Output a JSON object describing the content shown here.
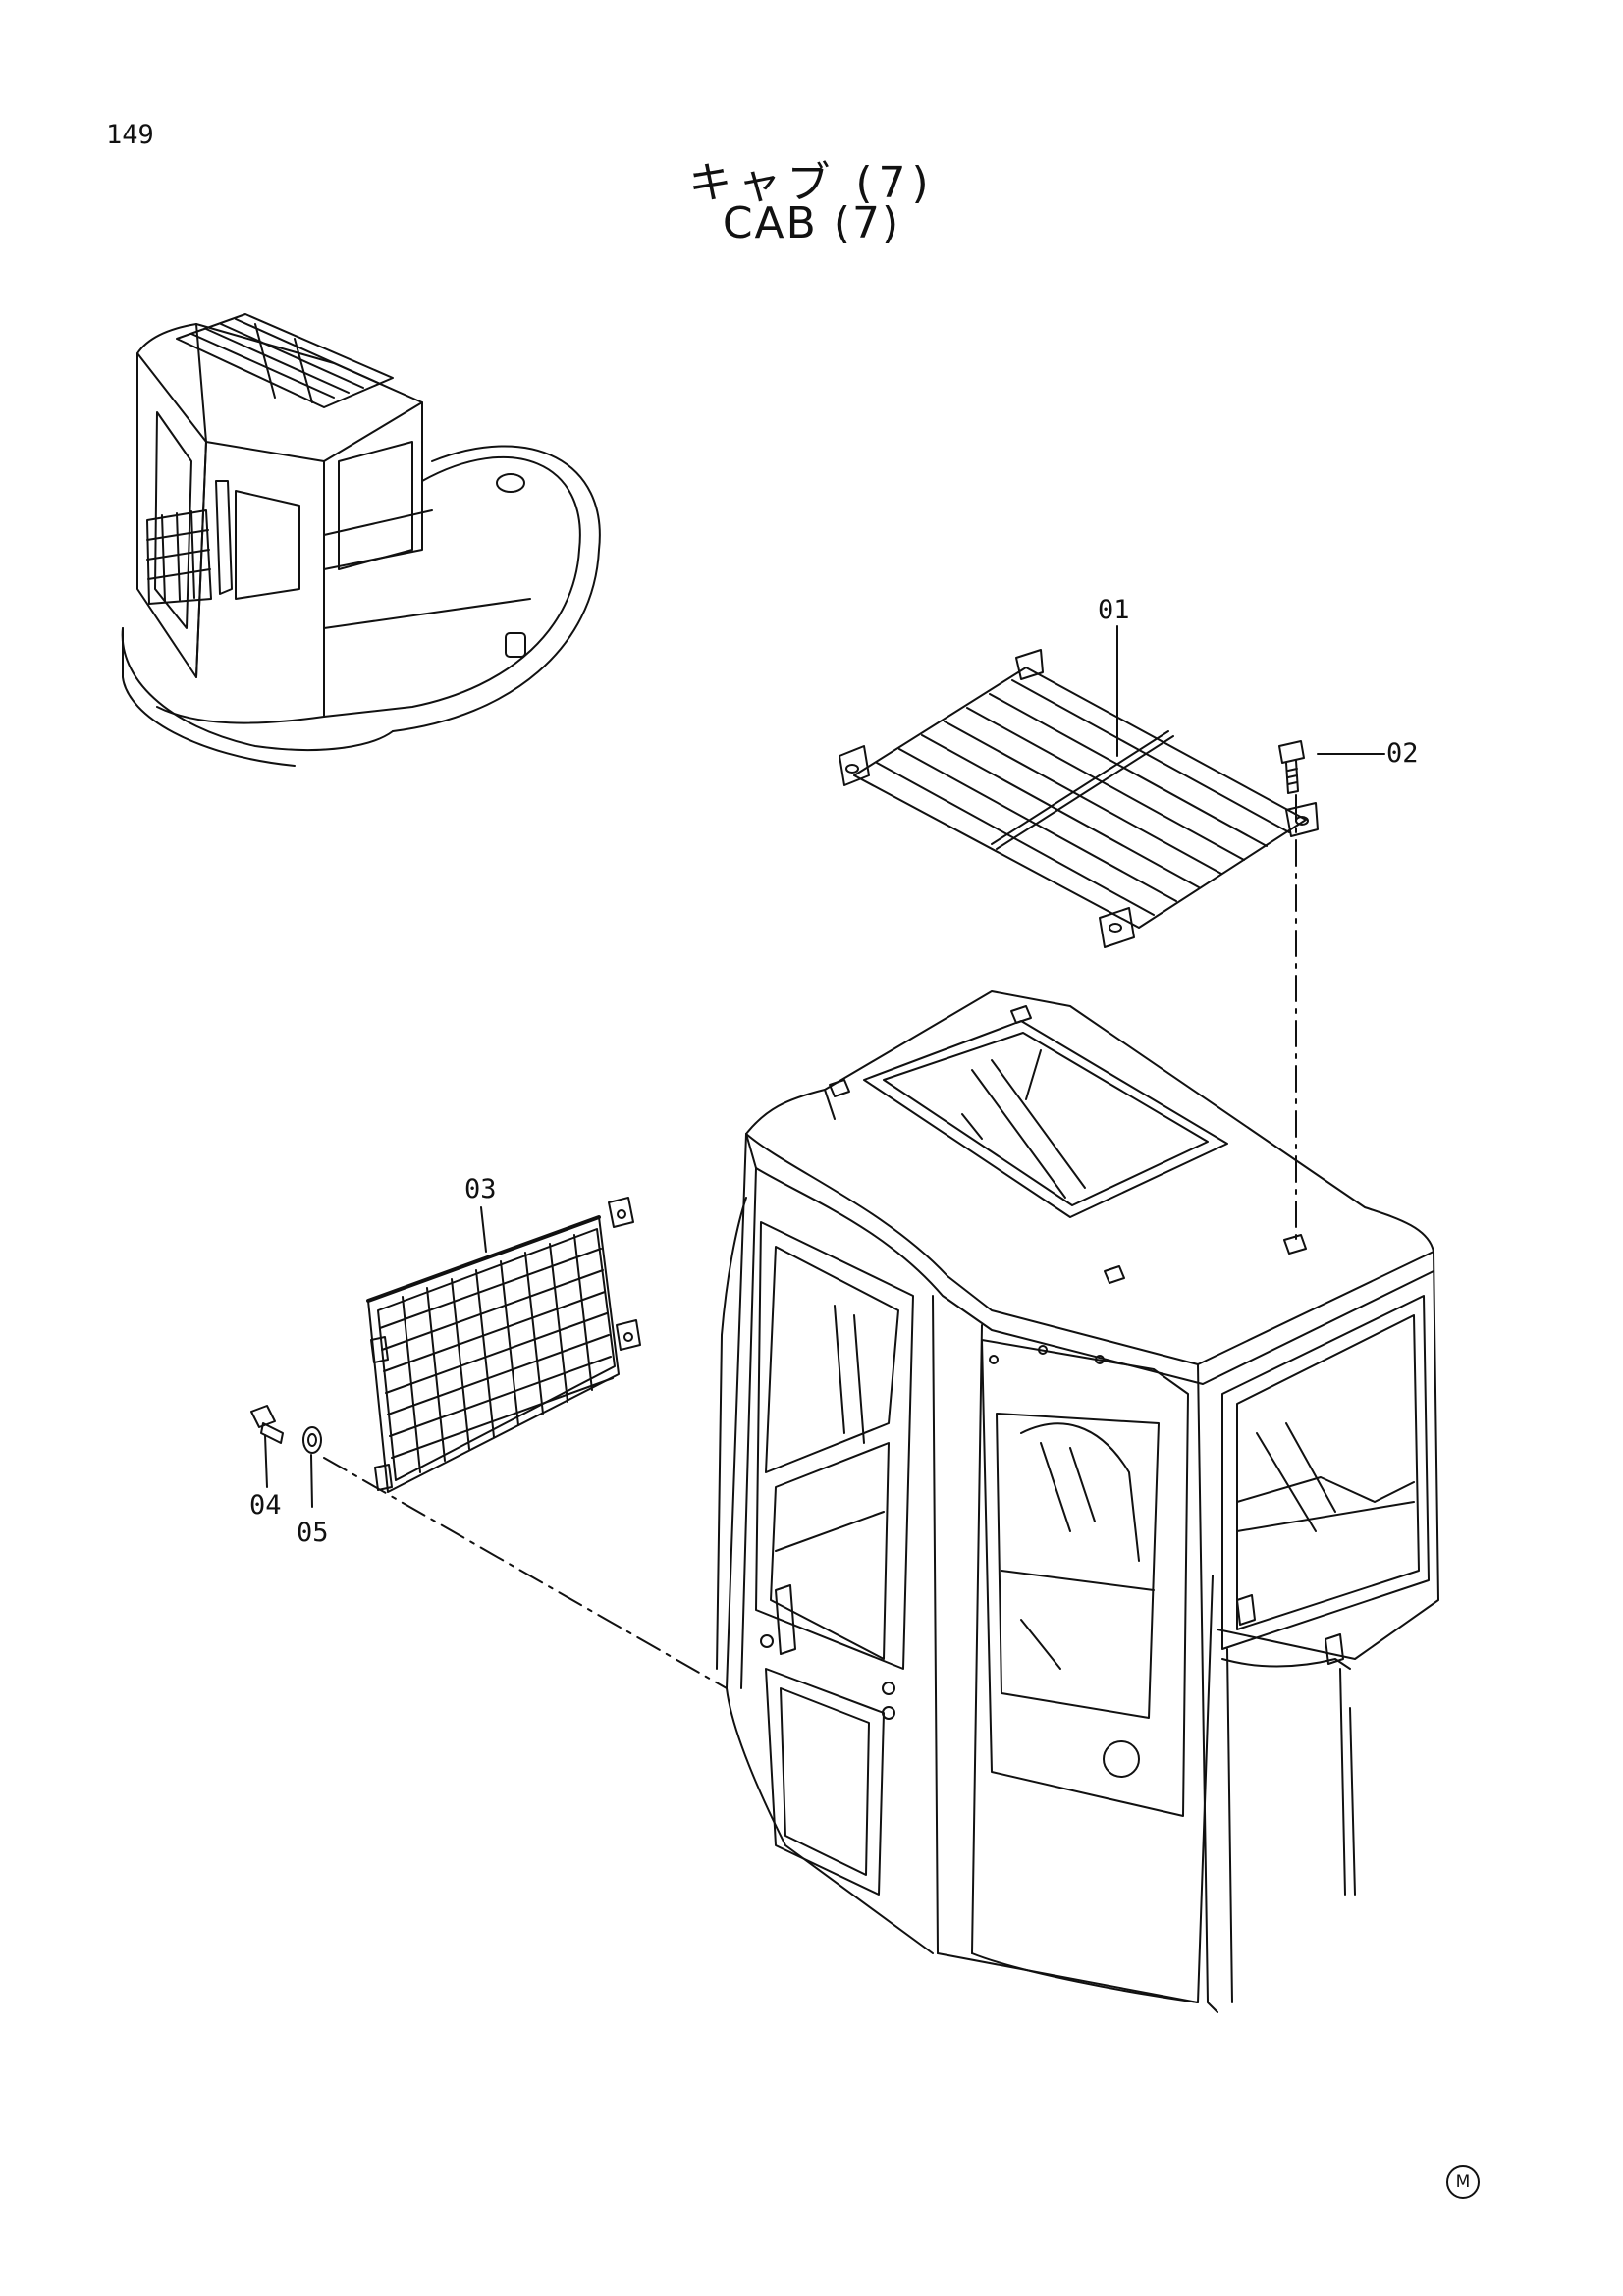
{
  "page": {
    "number": "149"
  },
  "title": {
    "japanese": "キャブ (7)",
    "english": "CAB (7)"
  },
  "callouts": [
    {
      "id": "01",
      "label": "01"
    },
    {
      "id": "02",
      "label": "02"
    },
    {
      "id": "03",
      "label": "03"
    },
    {
      "id": "04",
      "label": "04"
    },
    {
      "id": "05",
      "label": "05"
    }
  ],
  "footer": {
    "mark": "M"
  },
  "colors": {
    "ink": "#111111",
    "background": "#ffffff"
  }
}
